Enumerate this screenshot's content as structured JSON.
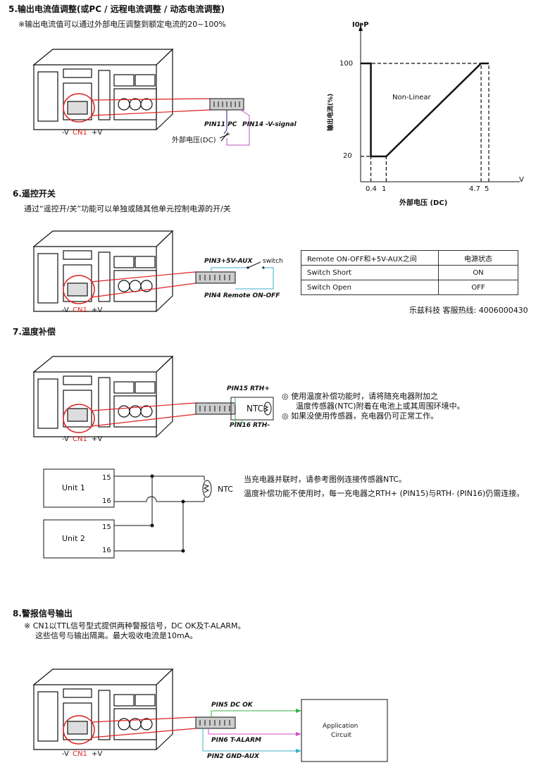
{
  "sec5": {
    "title": "5.输出电流值调整(或PC / 远程电流调整 / 动态电流调整)",
    "note": "※输出电流值可以通过外部电压调整到额定电流的20~100%",
    "pin_a": "PIN11 PC",
    "pin_b": "PIN14 -V-signal",
    "ext_voltage": "外部电压(DC)",
    "minus_v": "-V",
    "cn1": "CN1",
    "plus_v": "+V",
    "graph": {
      "y_title": "I0ᴘP",
      "y_axis_label": "输出电流(%)",
      "x_axis_label": "外部电压 (DC)",
      "x_unit": "V",
      "y_ticks": [
        "100",
        "20"
      ],
      "x_ticks": [
        "0.4",
        "1",
        "4.7",
        "5"
      ],
      "curve_label": "Non-Linear"
    }
  },
  "chart_data": {
    "type": "line",
    "xlabel": "外部电压 (DC)",
    "ylabel": "输出电流(%)",
    "series": [
      {
        "name": "Non-Linear",
        "x": [
          0.4,
          0.4,
          1,
          4.7,
          5
        ],
        "y": [
          100,
          20,
          20,
          100,
          100
        ]
      }
    ],
    "x_ticks": [
      0.4,
      1,
      4.7,
      5
    ],
    "y_ticks": [
      20,
      100
    ]
  },
  "sec6": {
    "title": "6.遥控开关",
    "note": "通过“遥控开/关”功能可以单独或随其他单元控制电源的开/关",
    "pin_a": "PIN3+5V-AUX",
    "switch": "switch",
    "pin_b": "PIN4 Remote ON-OFF",
    "minus_v": "-V",
    "cn1": "CN1",
    "plus_v": "+V",
    "table": {
      "header": [
        "Remote ON-OFF和+5V-AUX之间",
        "电源状态"
      ],
      "rows": [
        [
          "Switch Short",
          "ON"
        ],
        [
          "Switch Open",
          "OFF"
        ]
      ]
    },
    "hotline": "乐兹科技 客服热线:  4006000430"
  },
  "sec7": {
    "title": "7.温度补偿",
    "pin_a": "PIN15 RTH+",
    "ntc": "NTC",
    "pin_b": "PIN16 RTH-",
    "minus_v": "-V",
    "cn1": "CN1",
    "plus_v": "+V",
    "notes": [
      "◎ 使用温度补偿功能时，请将随充电器附加之",
      "温度传感器(NTC)附着在电池上或其周围环境中。",
      "◎ 如果没使用传感器，充电器仍可正常工作。"
    ],
    "unit1": "Unit 1",
    "unit2": "Unit 2",
    "p15": "15",
    "p16": "16",
    "ntc2": "NTC",
    "parallel_notes": [
      "当充电器并联时，请参考图例连接传感器NTC。",
      "温度补偿功能不使用时，每一充电器之RTH+ (PIN15)与RTH- (PIN16)仍需连接。"
    ]
  },
  "sec8": {
    "title": "8.警报信号输出",
    "notes": [
      "※ CN1以TTL信号型式提供两种警报信号，DC OK及T-ALARM。",
      "这些信号与输出隔离。最大吸收电流是10mA。"
    ],
    "pin_a": "PIN5 DC OK",
    "pin_b": "PIN6 T-ALARM",
    "pin_c": "PIN2 GND-AUX",
    "app": [
      "Application",
      "Circuit"
    ],
    "minus_v": "-V",
    "cn1": "CN1",
    "plus_v": "+V"
  }
}
